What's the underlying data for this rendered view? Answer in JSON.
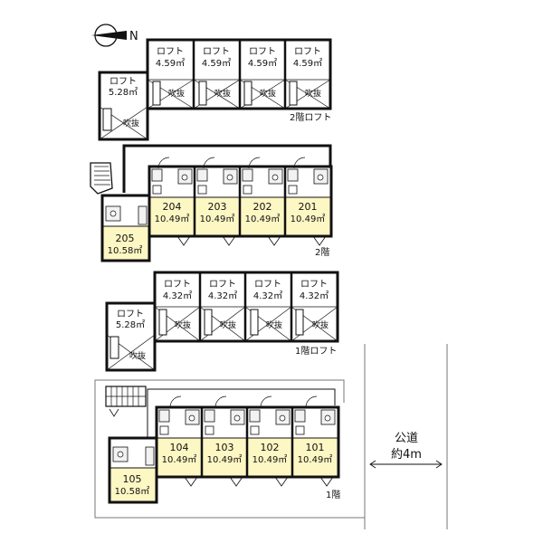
{
  "compass": {
    "label": "N"
  },
  "floor2_loft": {
    "rooms": [
      {
        "name": "ロフト",
        "area": "4.59㎡",
        "void": "吹抜"
      },
      {
        "name": "ロフト",
        "area": "4.59㎡",
        "void": "吹抜"
      },
      {
        "name": "ロフト",
        "area": "4.59㎡",
        "void": "吹抜"
      },
      {
        "name": "ロフト",
        "area": "4.59㎡",
        "void": "吹抜"
      }
    ],
    "side_room": {
      "name": "ロフト",
      "area": "5.28㎡",
      "void": "吹抜"
    },
    "caption": "2階ロフト"
  },
  "floor2": {
    "units": [
      {
        "number": "204",
        "area": "10.49㎡"
      },
      {
        "number": "203",
        "area": "10.49㎡"
      },
      {
        "number": "202",
        "area": "10.49㎡"
      },
      {
        "number": "201",
        "area": "10.49㎡"
      }
    ],
    "side_unit": {
      "number": "205",
      "area": "10.58㎡"
    },
    "caption": "2階"
  },
  "floor1_loft": {
    "rooms": [
      {
        "name": "ロフト",
        "area": "4.32㎡",
        "void": "吹抜"
      },
      {
        "name": "ロフト",
        "area": "4.32㎡",
        "void": "吹抜"
      },
      {
        "name": "ロフト",
        "area": "4.32㎡",
        "void": "吹抜"
      },
      {
        "name": "ロフト",
        "area": "4.32㎡",
        "void": "吹抜"
      }
    ],
    "side_room": {
      "name": "ロフト",
      "area": "5.28㎡",
      "void": "吹抜"
    },
    "caption": "1階ロフト"
  },
  "floor1": {
    "units": [
      {
        "number": "104",
        "area": "10.49㎡"
      },
      {
        "number": "103",
        "area": "10.49㎡"
      },
      {
        "number": "102",
        "area": "10.49㎡"
      },
      {
        "number": "101",
        "area": "10.49㎡"
      }
    ],
    "side_unit": {
      "number": "105",
      "area": "10.58㎡"
    },
    "caption": "1階"
  },
  "road": {
    "label": "公道",
    "width": "約4m"
  },
  "colors": {
    "room_fill": "#fdf7c4",
    "line": "#111111",
    "wet_fill": "#f2f2f2"
  }
}
